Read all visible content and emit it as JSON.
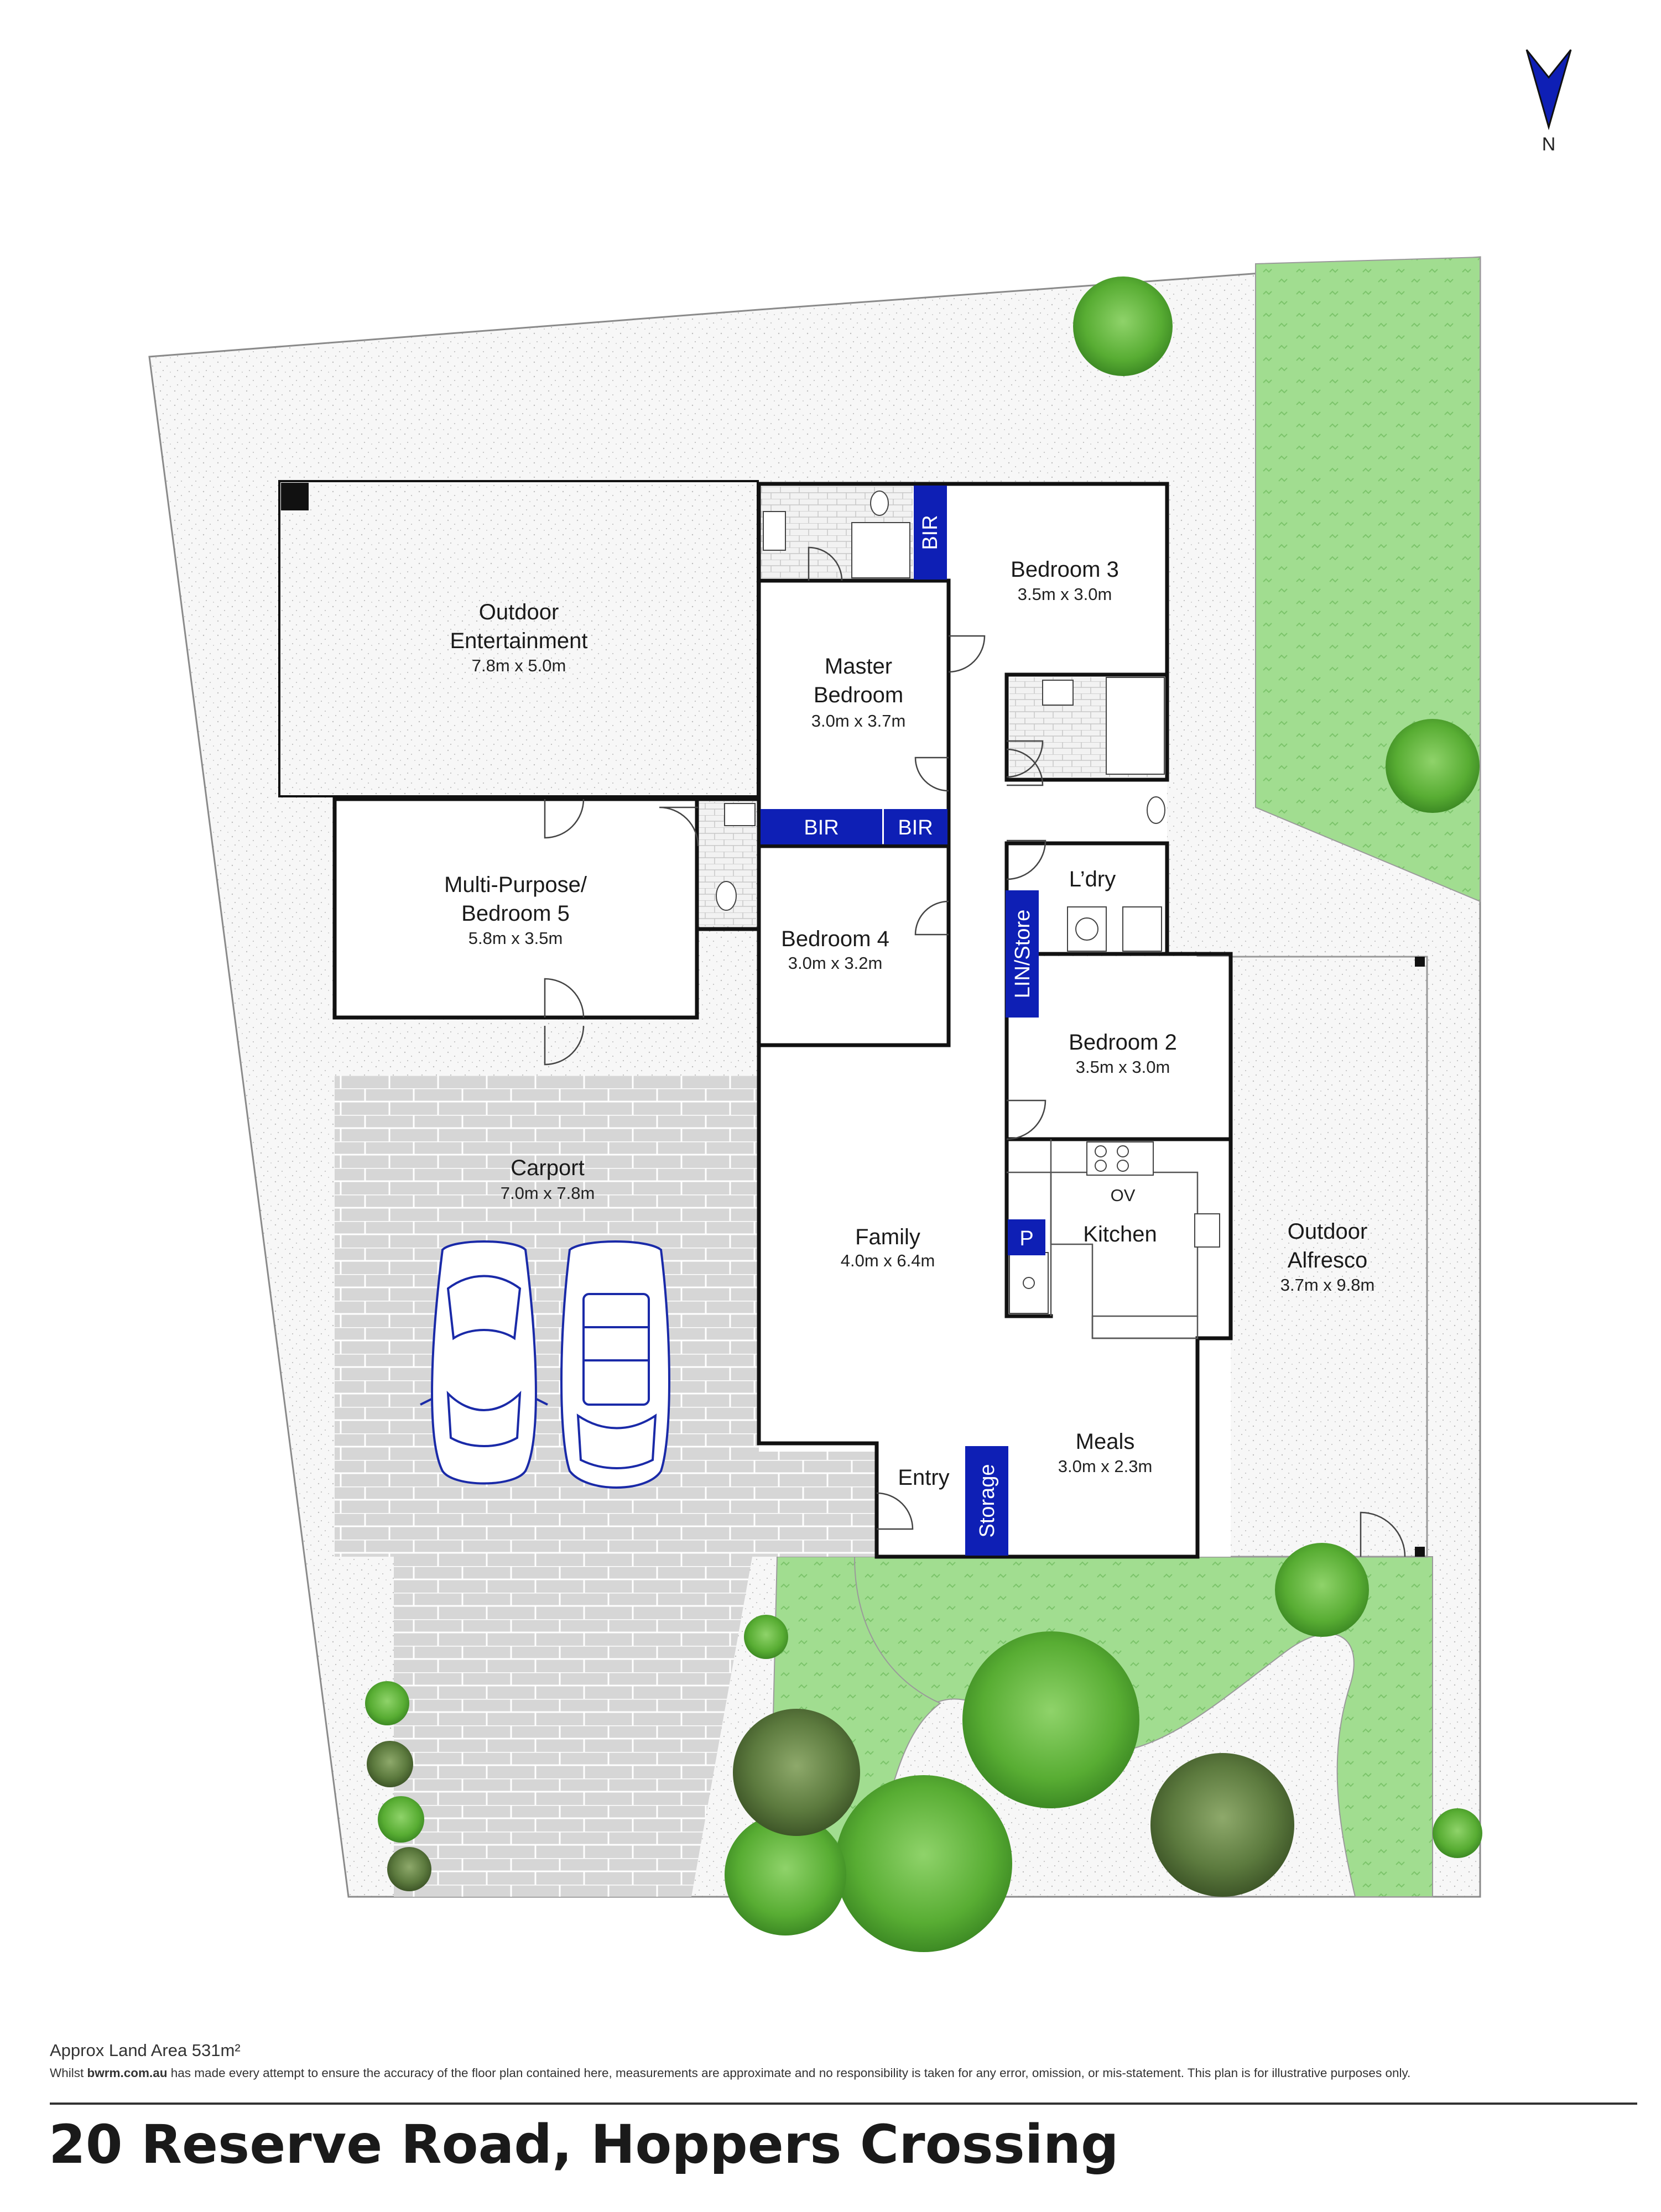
{
  "compass": {
    "label": "N"
  },
  "rooms": {
    "outdoor_entertainment": {
      "name_1": "Outdoor",
      "name_2": "Entertainment",
      "size": "7.8m x 5.0m"
    },
    "master": {
      "name_1": "Master",
      "name_2": "Bedroom",
      "size": "3.0m x 3.7m"
    },
    "bed3": {
      "name": "Bedroom 3",
      "size": "3.5m x 3.0m"
    },
    "multi": {
      "name_1": "Multi-Purpose/",
      "name_2": "Bedroom 5",
      "size": "5.8m x 3.5m"
    },
    "bed4": {
      "name": "Bedroom 4",
      "size": "3.0m x 3.2m"
    },
    "laundry": {
      "name": "L’dry"
    },
    "bed2": {
      "name": "Bedroom 2",
      "size": "3.5m x 3.0m"
    },
    "carport": {
      "name": "Carport",
      "size": "7.0m x 7.8m"
    },
    "family": {
      "name": "Family",
      "size": "4.0m x 6.4m"
    },
    "kitchen": {
      "name": "Kitchen",
      "oven": "OV"
    },
    "alfresco": {
      "name_1": "Outdoor",
      "name_2": "Alfresco",
      "size": "3.7m x 9.8m"
    },
    "meals": {
      "name": "Meals",
      "size": "3.0m x 2.3m"
    },
    "entry": {
      "name": "Entry"
    }
  },
  "storage": {
    "bir_top": "BIR",
    "bir_left": "BIR",
    "bir_right": "BIR",
    "lin_store": "LIN/Store",
    "pantry": "P",
    "storage": "Storage"
  },
  "footer": {
    "land_area": "Approx Land Area 531m²",
    "disclaimer_pre": "Whilst ",
    "disclaimer_site": "bwrm.com.au",
    "disclaimer_post": " has made every attempt to ensure the accuracy of the floor plan contained here, measurements are approximate and no responsibility is taken for any error, omission, or mis-statement. This plan is for illustrative purposes only.",
    "address": "20 Reserve Road, Hoppers Crossing"
  },
  "colors": {
    "storage_blue": "#0e1fb5",
    "lawn": "#9fdc8e",
    "paving": "#d8d8d8",
    "tree_green": "#5fae36",
    "car_outline": "#1a2aa8"
  }
}
